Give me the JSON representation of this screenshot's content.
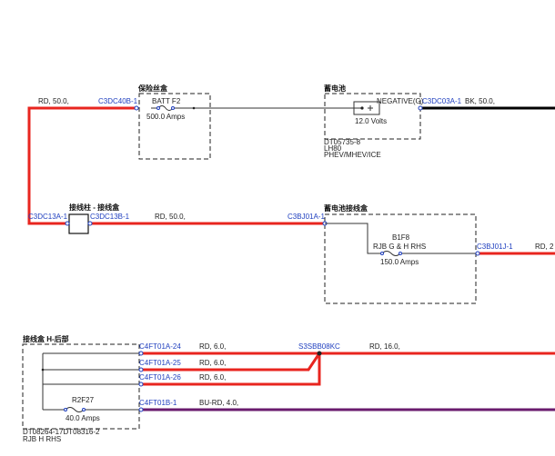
{
  "components": {
    "fuse_box": {
      "title": "保险丝盒",
      "name": "BATT F2",
      "rating": "500.0 Amps"
    },
    "battery": {
      "title": "蓄电池",
      "terminal": "NEGATIVE(G)",
      "voltage": "12.0 Volts",
      "ref": "DT05735-8",
      "ref2": "LH80",
      "variant": "PHEV/MHEV/ICE"
    },
    "terminal_post": {
      "title": "接线柱 - 接线盒"
    },
    "battery_junction": {
      "title": "蓄电池接线盒",
      "fuse": "B1F8",
      "fuse_desc": "RJB G & H RHS",
      "rating": "150.0 Amps"
    },
    "rear_box": {
      "title": "接线盒 H-后部",
      "fuse": "R2F27",
      "rating": "40.0 Amps",
      "ref": "DT08264-17DT08316-2",
      "ref2": "RJB H RHS"
    }
  },
  "connectors": {
    "c1": "C3DC40B-1",
    "c2": "C3DC03A-1",
    "c3": "C3DC13A-1",
    "c4": "C3DC13B-1",
    "c5": "C3BJ01A-1",
    "c6": "C3BJ01J-1",
    "c7": "C4FT01A-24",
    "c8": "C4FT01A-25",
    "c9": "C4FT01A-26",
    "c10": "C4FT01B-1",
    "splice": "S3SBB08KC"
  },
  "wires": {
    "w1": "RD, 50.0,",
    "w2": "BK, 50.0,",
    "w3": "RD, 50.0,",
    "w4": "RD, 2",
    "w5": "RD, 6.0,",
    "w6": "RD, 6.0,",
    "w7": "RD, 6.0,",
    "w8": "RD, 16.0,",
    "w9": "BU-RD, 4.0,"
  },
  "colors": {
    "red": "#e8251f",
    "black": "#000000",
    "purple": "#6a1b6e",
    "connector_blue": "#1f3fbf"
  }
}
